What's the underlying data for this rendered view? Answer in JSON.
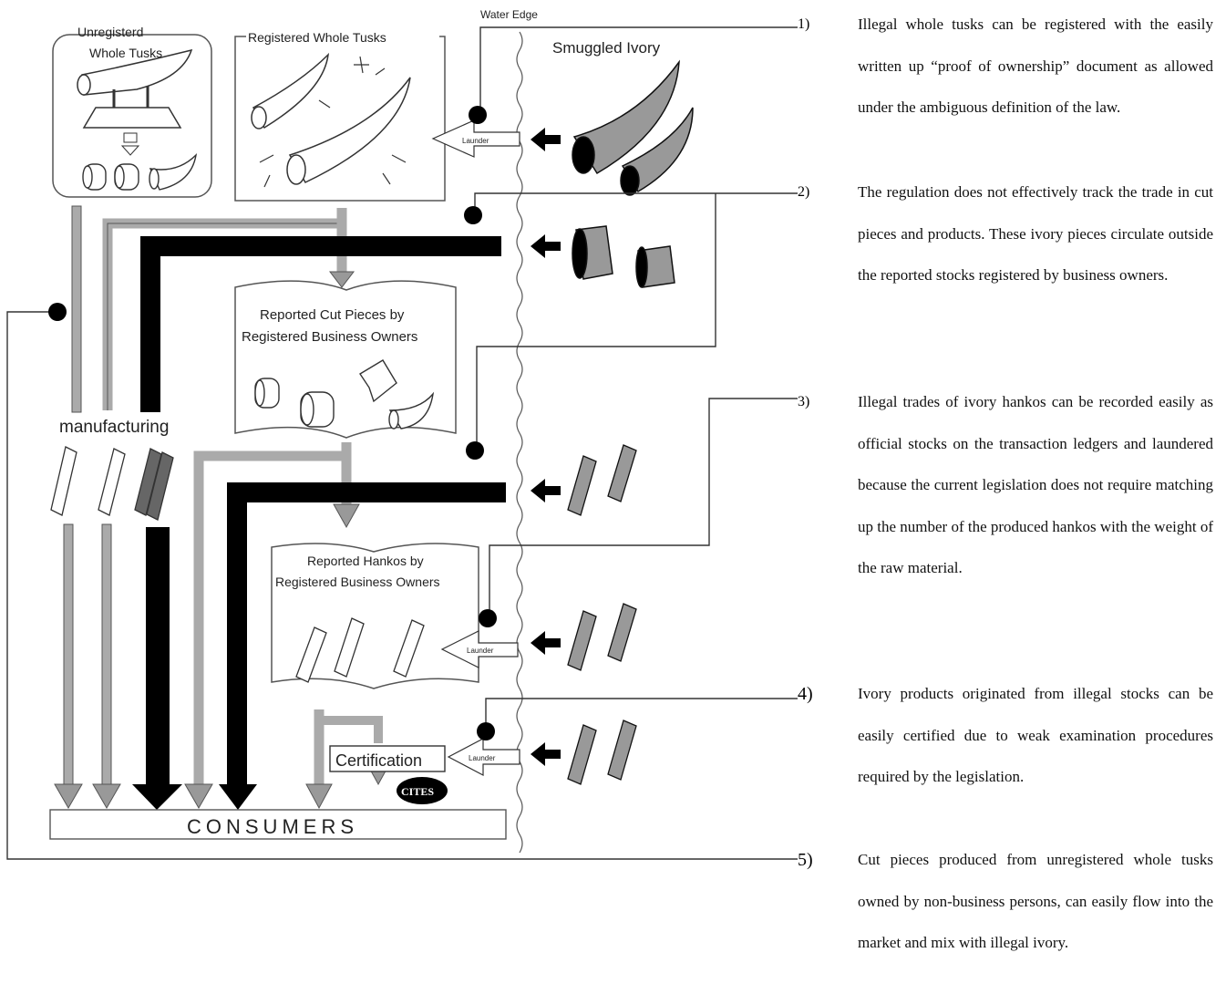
{
  "labels": {
    "water_edge": "Water Edge",
    "unregistered_line1": "Unregisterd",
    "unregistered_line2": "Whole Tusks",
    "registered_whole": "Registered Whole Tusks",
    "smuggled": "Smuggled Ivory",
    "cut_line1": "Reported Cut Pieces by",
    "cut_line2": "Registered Business Owners",
    "hanko_line1": "Reported Hankos by",
    "hanko_line2": "Registered Business Owners",
    "manufacturing": "manufacturing",
    "certification": "Certification",
    "cites": "CITES",
    "consumers": "CONSUMERS",
    "launder": "Launder"
  },
  "notes": [
    {
      "num": "1)",
      "text": "Illegal whole tusks can be registered with the easily written up “proof of ownership” document as allowed under the ambiguous definition of the law."
    },
    {
      "num": "2)",
      "text": "The regulation does not effectively track the trade in cut pieces and products. These ivory pieces circulate outside the reported stocks registered by business owners."
    },
    {
      "num": "3)",
      "text": "Illegal trades of ivory hankos can be recorded easily as official stocks on the transaction ledgers and laundered because the current legislation does not require matching up the number of the produced hankos with the weight of the raw material."
    },
    {
      "num": "4)",
      "text": "Ivory products originated from illegal stocks can be easily certified due to weak examination procedures required by the legislation."
    },
    {
      "num": "5)",
      "text": "Cut pieces produced from unregistered whole tusks owned by non-business persons, can easily flow into the market and mix with illegal ivory."
    }
  ],
  "colors": {
    "gray": "#999999",
    "black": "#000000",
    "line": "#333333"
  }
}
